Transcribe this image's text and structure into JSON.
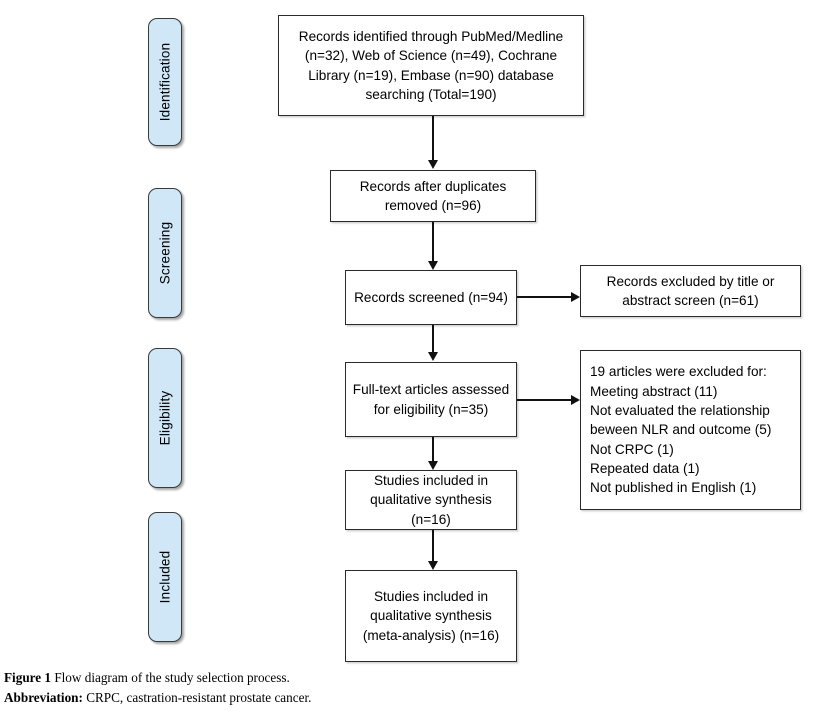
{
  "figure": {
    "stages": [
      {
        "id": "identification",
        "label": "Identification"
      },
      {
        "id": "screening",
        "label": "Screening"
      },
      {
        "id": "eligibility",
        "label": "Eligibility"
      },
      {
        "id": "included",
        "label": "Included"
      }
    ],
    "boxes": {
      "records_identified": {
        "id": "records-identified",
        "text": "Records identified through PubMed/Medline (n=32), Web of Science (n=49), Cochrane Library (n=19), Embase (n=90) database searching\n(Total=190)"
      },
      "after_duplicates": {
        "id": "records-after-duplicates",
        "text": "Records after duplicates removed (n=96)"
      },
      "records_screened": {
        "id": "records-screened",
        "text": "Records screened\n(n=94)"
      },
      "records_excluded": {
        "id": "records-excluded",
        "text": "Records excluded by title or abstract screen (n=61)"
      },
      "fulltext_assessed": {
        "id": "full-text-assessed",
        "text": "Full-text articles assessed for eligibility\n(n=35)"
      },
      "exclusion_reasons": {
        "id": "exclusion-reasons",
        "text": "19 articles were excluded for:\nMeeting abstract (11)\nNot evaluated the relationship beween NLR and outcome (5)\nNot CRPC (1)\nRepeated data (1)\nNot published in English (1)"
      },
      "qualitative_synthesis": {
        "id": "studies-qualitative-synthesis",
        "text": "Studies included in qualitative synthesis\n(n=16)"
      },
      "meta_analysis": {
        "id": "studies-meta-analysis",
        "text": "Studies included in qualitative synthesis\n(meta-analysis)\n(n=16)"
      }
    },
    "colors": {
      "stage_fill": "#cfe7f7",
      "stage_border": "#3a3a3a",
      "box_border": "#2b2b2b",
      "connector": "#111111"
    }
  },
  "caption": {
    "figure_label": "Figure 1",
    "figure_text": " Flow diagram of the study selection process.",
    "abbreviation_label": "Abbreviation:",
    "abbreviation_text": " CRPC, castration-resistant prostate cancer."
  }
}
